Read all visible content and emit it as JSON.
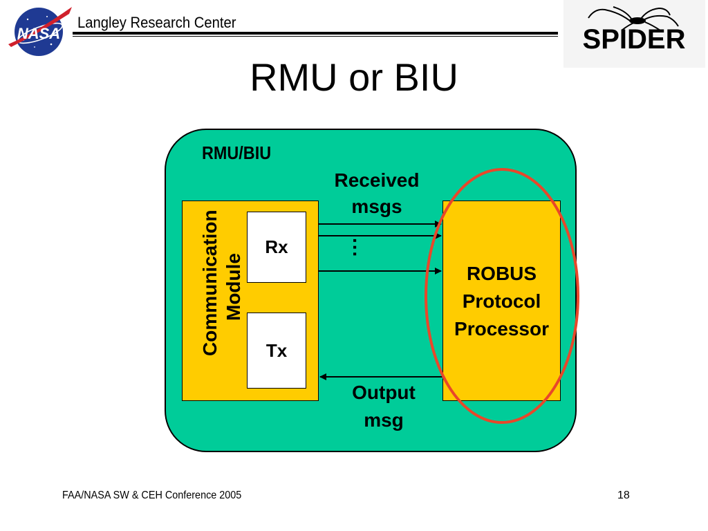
{
  "header": {
    "center_name": "Langley Research Center",
    "nasa_logo_text": "NASA",
    "project_logo_text": "SPIDER"
  },
  "slide": {
    "title": "RMU or BIU"
  },
  "diagram": {
    "container_label": "RMU/BIU",
    "comm_module_line1": "Communication",
    "comm_module_line2": "Module",
    "rx_label": "Rx",
    "tx_label": "Tx",
    "received_line1": "Received",
    "received_line2": "msgs",
    "ellipsis": "...",
    "output_line1": "Output",
    "output_line2": "msg",
    "processor_line1": "ROBUS",
    "processor_line2": "Protocol",
    "processor_line3": "Processor",
    "colors": {
      "container_fill": "#00cc99",
      "module_fill": "#ffcc00",
      "highlight_ellipse": "#e8472a",
      "header_rule": "#000000"
    }
  },
  "footer": {
    "conference": "FAA/NASA SW & CEH Conference 2005",
    "page_number": "18"
  }
}
